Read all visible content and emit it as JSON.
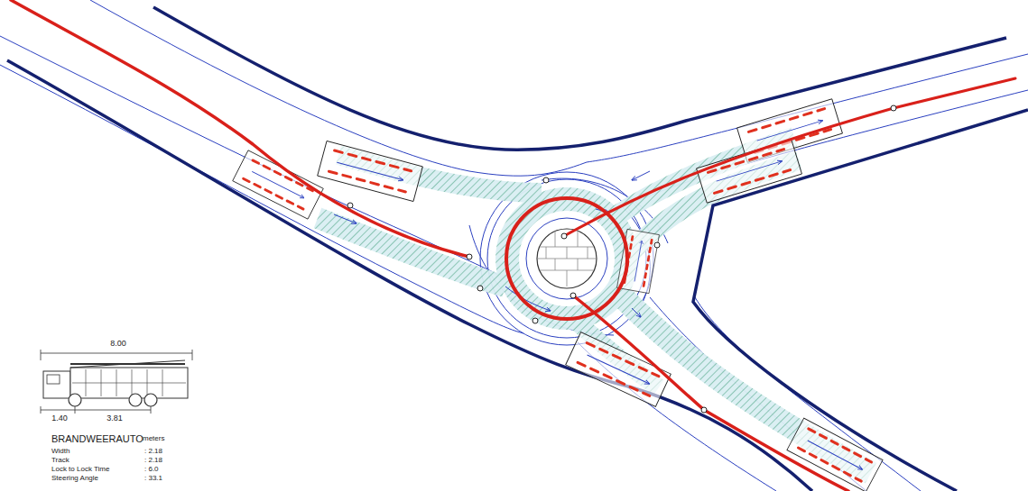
{
  "diagram": {
    "labels": [
      "8.00",
      "1.40",
      "3.81",
      "BRANDWEERAUTO",
      "meters",
      "Width",
      ": 2.18",
      "Track",
      ": 2.18",
      "Lock to Lock Time",
      ": 6.0",
      "Steering Angle",
      ": 33.1"
    ]
  }
}
